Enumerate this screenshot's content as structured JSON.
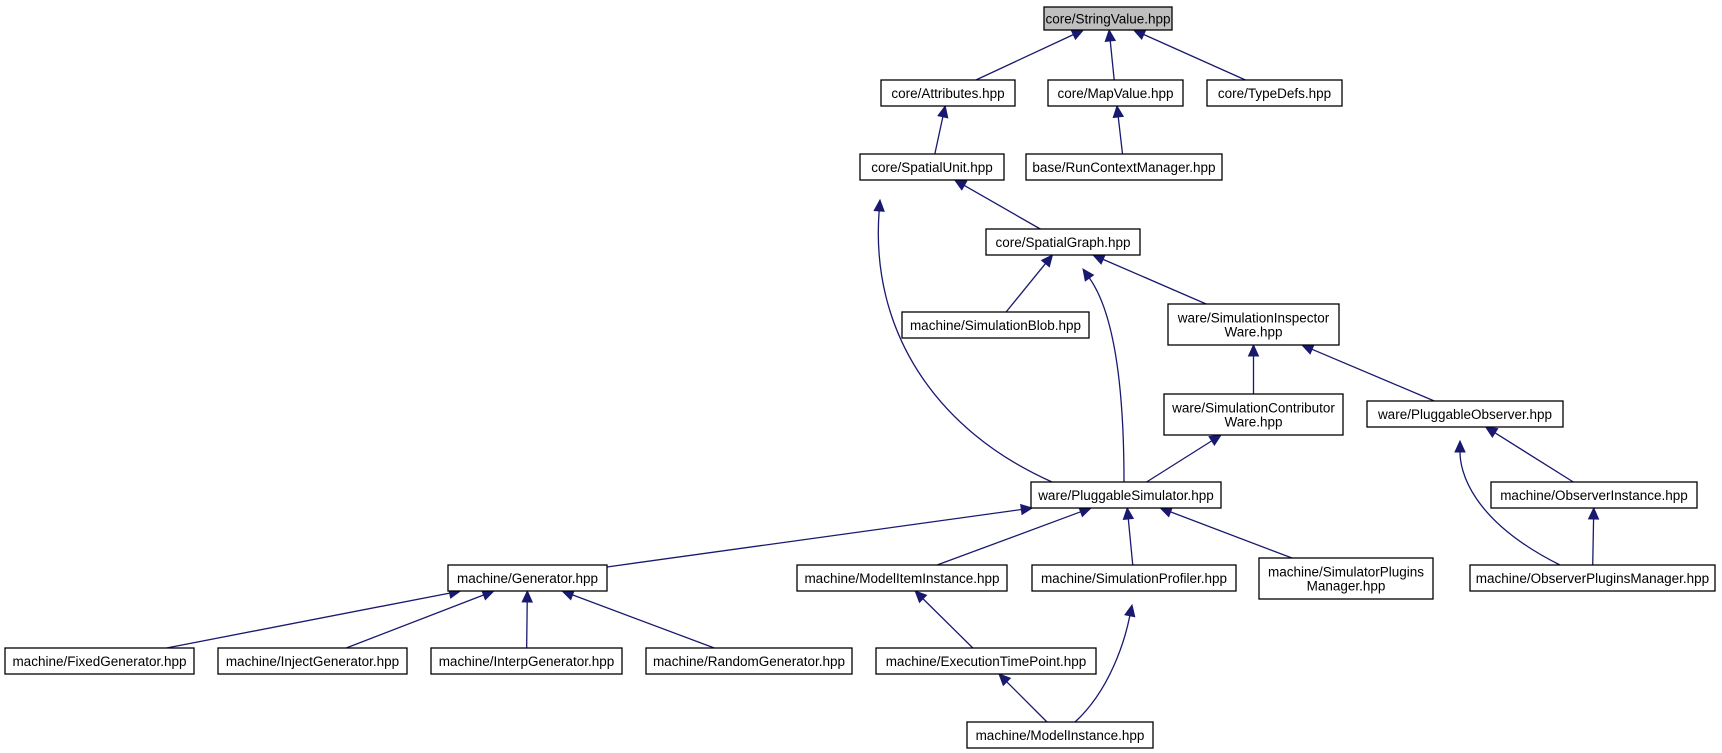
{
  "diagram": {
    "type": "include-dependency-graph",
    "root": "n_stringvalue",
    "colors": {
      "edge": "#191970",
      "root_fill": "#bfbfbf",
      "node_fill": "#ffffff",
      "node_border": "#000000"
    },
    "nodes": [
      {
        "id": "n_stringvalue",
        "lines": [
          "core/StringValue.hpp"
        ]
      },
      {
        "id": "n_attributes",
        "lines": [
          "core/Attributes.hpp"
        ]
      },
      {
        "id": "n_mapvalue",
        "lines": [
          "core/MapValue.hpp"
        ]
      },
      {
        "id": "n_typedefs",
        "lines": [
          "core/TypeDefs.hpp"
        ]
      },
      {
        "id": "n_spatialunit",
        "lines": [
          "core/SpatialUnit.hpp"
        ]
      },
      {
        "id": "n_runcontext",
        "lines": [
          "base/RunContextManager.hpp"
        ]
      },
      {
        "id": "n_spatialgraph",
        "lines": [
          "core/SpatialGraph.hpp"
        ]
      },
      {
        "id": "n_simblob",
        "lines": [
          "machine/SimulationBlob.hpp"
        ]
      },
      {
        "id": "n_siminspector",
        "lines": [
          "ware/SimulationInspector",
          "Ware.hpp"
        ]
      },
      {
        "id": "n_simcontributor",
        "lines": [
          "ware/SimulationContributor",
          "Ware.hpp"
        ]
      },
      {
        "id": "n_pluggableobserver",
        "lines": [
          "ware/PluggableObserver.hpp"
        ]
      },
      {
        "id": "n_pluggablesimulator",
        "lines": [
          "ware/PluggableSimulator.hpp"
        ]
      },
      {
        "id": "n_observerinstance",
        "lines": [
          "machine/ObserverInstance.hpp"
        ]
      },
      {
        "id": "n_generator",
        "lines": [
          "machine/Generator.hpp"
        ]
      },
      {
        "id": "n_modeliteminstance",
        "lines": [
          "machine/ModelItemInstance.hpp"
        ]
      },
      {
        "id": "n_simprofiler",
        "lines": [
          "machine/SimulationProfiler.hpp"
        ]
      },
      {
        "id": "n_simpluginsmanager",
        "lines": [
          "machine/SimulatorPlugins",
          "Manager.hpp"
        ]
      },
      {
        "id": "n_observerpluginsmanager",
        "lines": [
          "machine/ObserverPluginsManager.hpp"
        ]
      },
      {
        "id": "n_fixedgen",
        "lines": [
          "machine/FixedGenerator.hpp"
        ]
      },
      {
        "id": "n_injectgen",
        "lines": [
          "machine/InjectGenerator.hpp"
        ]
      },
      {
        "id": "n_interpgen",
        "lines": [
          "machine/InterpGenerator.hpp"
        ]
      },
      {
        "id": "n_randomgen",
        "lines": [
          "machine/RandomGenerator.hpp"
        ]
      },
      {
        "id": "n_exectimepoint",
        "lines": [
          "machine/ExecutionTimePoint.hpp"
        ]
      },
      {
        "id": "n_modelinstance",
        "lines": [
          "machine/ModelInstance.hpp"
        ]
      }
    ],
    "edges": [
      {
        "from": "n_attributes",
        "to": "n_stringvalue"
      },
      {
        "from": "n_mapvalue",
        "to": "n_stringvalue"
      },
      {
        "from": "n_typedefs",
        "to": "n_stringvalue"
      },
      {
        "from": "n_spatialunit",
        "to": "n_attributes"
      },
      {
        "from": "n_runcontext",
        "to": "n_mapvalue"
      },
      {
        "from": "n_spatialgraph",
        "to": "n_spatialunit"
      },
      {
        "from": "n_pluggablesimulator",
        "to": "n_spatialunit"
      },
      {
        "from": "n_simblob",
        "to": "n_spatialgraph"
      },
      {
        "from": "n_pluggablesimulator",
        "to": "n_spatialgraph"
      },
      {
        "from": "n_siminspector",
        "to": "n_spatialgraph"
      },
      {
        "from": "n_simcontributor",
        "to": "n_siminspector"
      },
      {
        "from": "n_pluggableobserver",
        "to": "n_siminspector"
      },
      {
        "from": "n_pluggablesimulator",
        "to": "n_simcontributor"
      },
      {
        "from": "n_observerinstance",
        "to": "n_pluggableobserver"
      },
      {
        "from": "n_observerpluginsmanager",
        "to": "n_pluggableobserver"
      },
      {
        "from": "n_observerpluginsmanager",
        "to": "n_observerinstance"
      },
      {
        "from": "n_generator",
        "to": "n_pluggablesimulator"
      },
      {
        "from": "n_modeliteminstance",
        "to": "n_pluggablesimulator"
      },
      {
        "from": "n_simprofiler",
        "to": "n_pluggablesimulator"
      },
      {
        "from": "n_simpluginsmanager",
        "to": "n_pluggablesimulator"
      },
      {
        "from": "n_fixedgen",
        "to": "n_generator"
      },
      {
        "from": "n_injectgen",
        "to": "n_generator"
      },
      {
        "from": "n_interpgen",
        "to": "n_generator"
      },
      {
        "from": "n_randomgen",
        "to": "n_generator"
      },
      {
        "from": "n_exectimepoint",
        "to": "n_modeliteminstance"
      },
      {
        "from": "n_modelinstance",
        "to": "n_exectimepoint"
      },
      {
        "from": "n_modelinstance",
        "to": "n_simprofiler"
      }
    ]
  }
}
